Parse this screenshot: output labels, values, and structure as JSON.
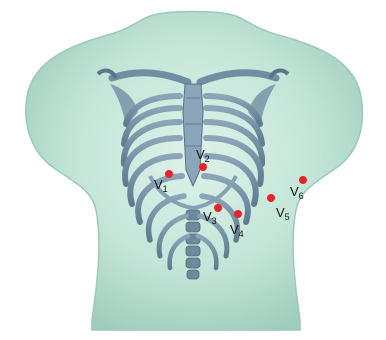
{
  "figure": {
    "torso_icon": "torso-silhouette",
    "skeleton_icon": "rib-cage-skeleton",
    "colors": {
      "torso_fill": "#bfe3d4",
      "torso_edge": "#8fbfae",
      "bone": "#6f8ea3",
      "bone_dark": "#4f6b7e",
      "electrode": "#e8232a"
    }
  },
  "electrodes": [
    {
      "id": "V1",
      "letter": "V",
      "sub": "1"
    },
    {
      "id": "V2",
      "letter": "V",
      "sub": "2"
    },
    {
      "id": "V3",
      "letter": "V",
      "sub": "3"
    },
    {
      "id": "V4",
      "letter": "V",
      "sub": "4"
    },
    {
      "id": "V5",
      "letter": "V",
      "sub": "5"
    },
    {
      "id": "V6",
      "letter": "V",
      "sub": "6"
    }
  ]
}
